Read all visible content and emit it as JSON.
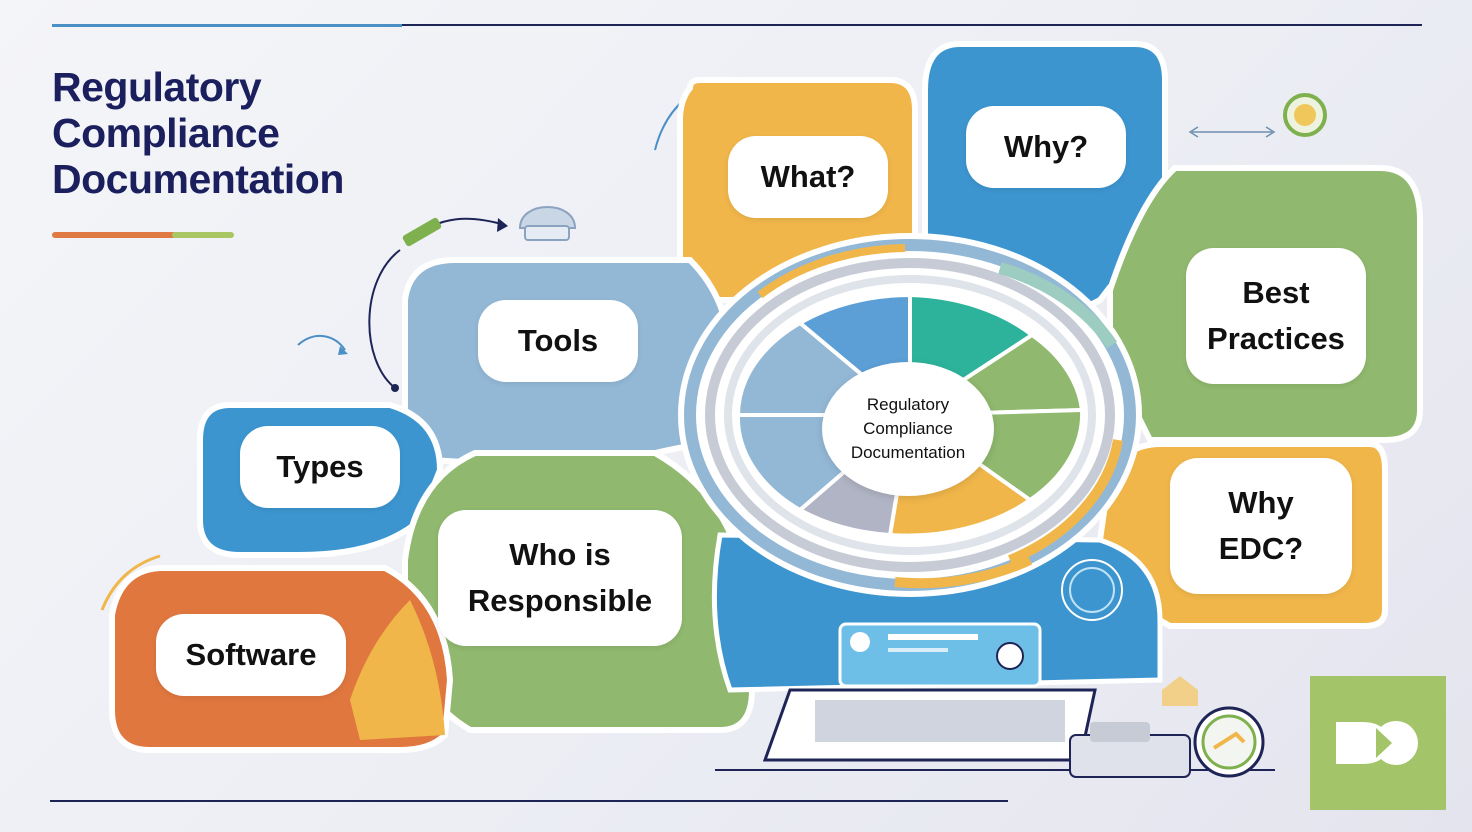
{
  "title": {
    "line1": "Regulatory",
    "line2": "Compliance",
    "line3": "Documentation"
  },
  "hub": {
    "line1": "Regulatory",
    "line2": "Compliance",
    "line3": "Documentation"
  },
  "nodes": {
    "what": "What?",
    "why": "Why?",
    "best_practices_1": "Best",
    "best_practices_2": "Practices",
    "why_edc_1": "Why",
    "why_edc_2": "EDC?",
    "tools": "Tools",
    "types": "Types",
    "who_1": "Who is",
    "who_2": "Responsible",
    "software": "Software"
  },
  "colors": {
    "navy": "#1b1f5e",
    "orange": "#e0773f",
    "yellow": "#f0b64a",
    "blue": "#3d95d0",
    "light_blue": "#93b8d6",
    "green": "#90b86e",
    "teal": "#2db39b",
    "logo_green": "#a3c468"
  }
}
